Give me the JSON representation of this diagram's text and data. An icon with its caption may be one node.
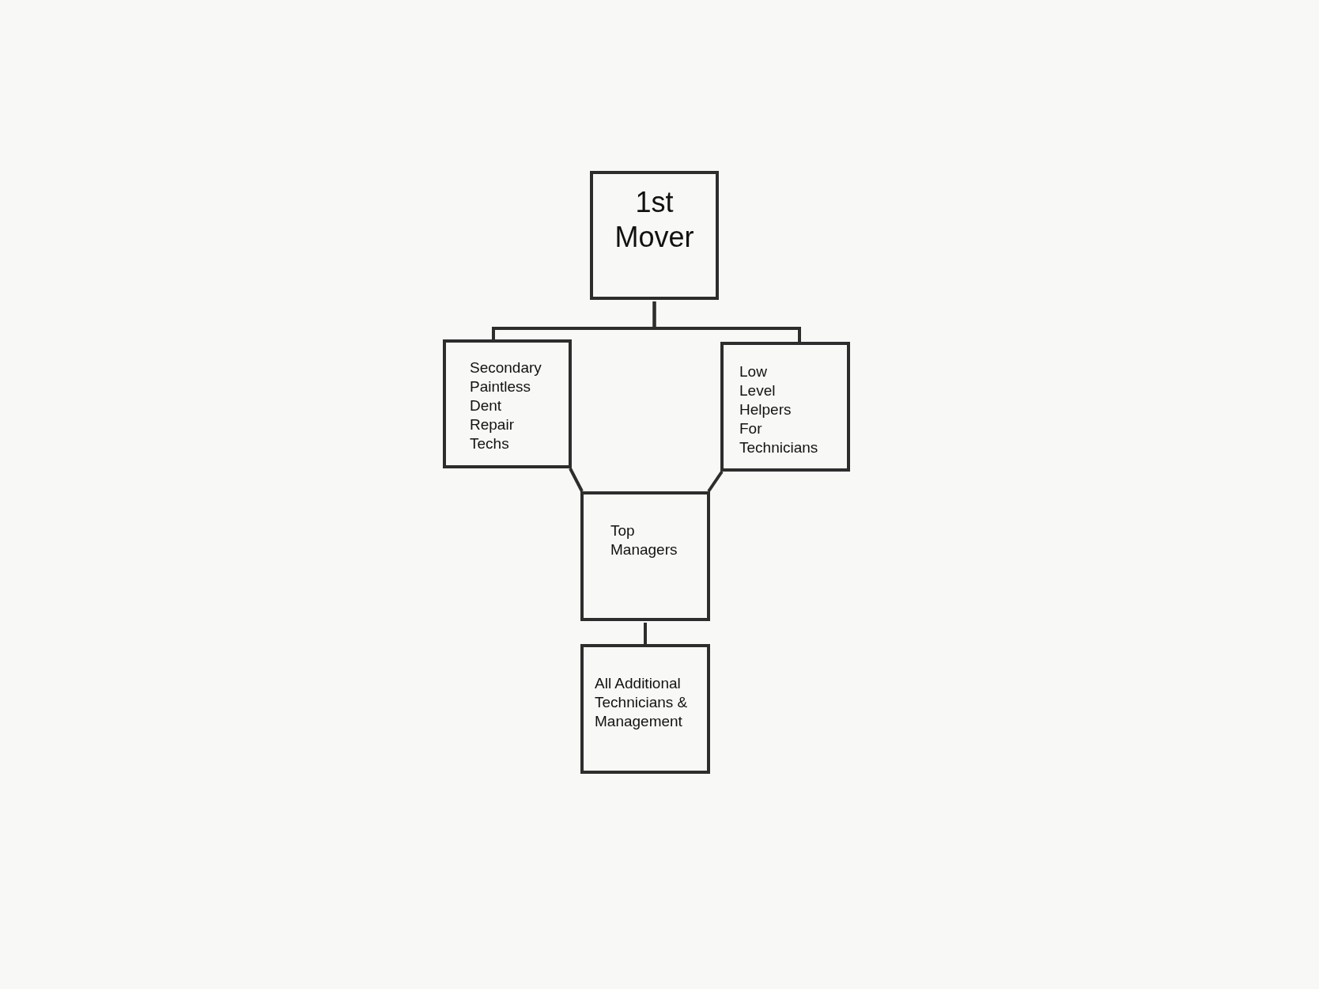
{
  "diagram": {
    "nodes": [
      {
        "text": [
          "1st Mover"
        ]
      },
      {
        "text": [
          "Secondary Paintless Dent Repair Techs"
        ]
      },
      {
        "text": [
          "Low Level Helpers For Technicians"
        ]
      },
      {
        "text": [
          "Top Managers"
        ]
      },
      {
        "text": [
          "All Additional Technicians & Management"
        ]
      }
    ],
    "edges": [
      {
        "from": 0,
        "to": 1,
        "arrow": "none"
      },
      {
        "from": 0,
        "to": 2,
        "arrow": "none"
      },
      {
        "from": 1,
        "to": 3,
        "arrow": "none"
      },
      {
        "from": 2,
        "to": 3,
        "arrow": "none"
      },
      {
        "from": 3,
        "to": 4,
        "arrow": "none"
      }
    ]
  }
}
